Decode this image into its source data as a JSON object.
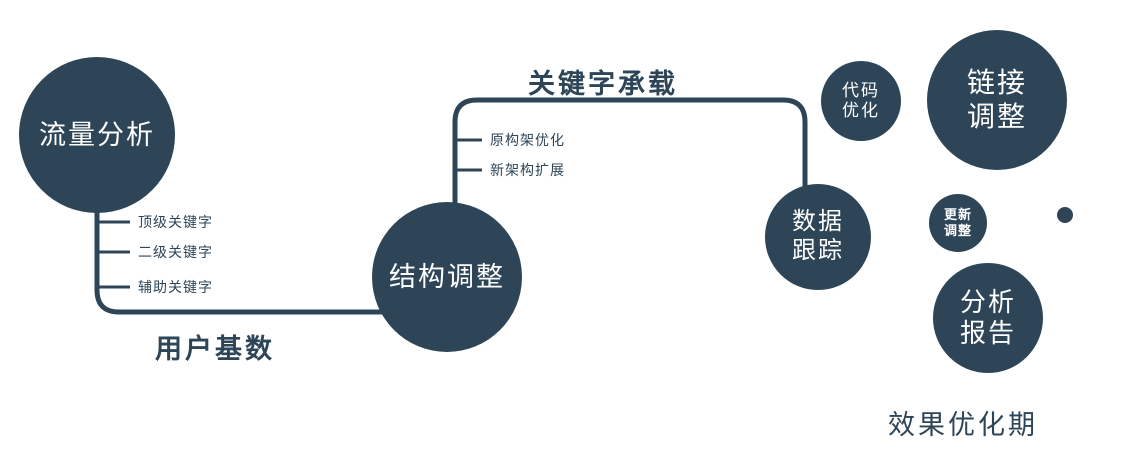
{
  "colors": {
    "primary": "#2e4557",
    "text_on_node": "#ffffff"
  },
  "nodes": {
    "traffic": {
      "label": "流量分析"
    },
    "structure": {
      "label": "结构调整"
    },
    "tracking": {
      "label": "数据\n跟踪"
    },
    "code": {
      "label": "代码\n优化"
    },
    "link": {
      "label": "链接\n调整"
    },
    "update": {
      "label": "更新\n调整"
    },
    "report": {
      "label": "分析\n报告"
    }
  },
  "edges": {
    "user_base": "用户基数",
    "keyword_carry": "关键字承载"
  },
  "ticks": {
    "traffic": [
      "顶级关键字",
      "二级关键字",
      "辅助关键字"
    ],
    "structure": [
      "原构架优化",
      "新架构扩展"
    ]
  },
  "footer": "效果优化期"
}
